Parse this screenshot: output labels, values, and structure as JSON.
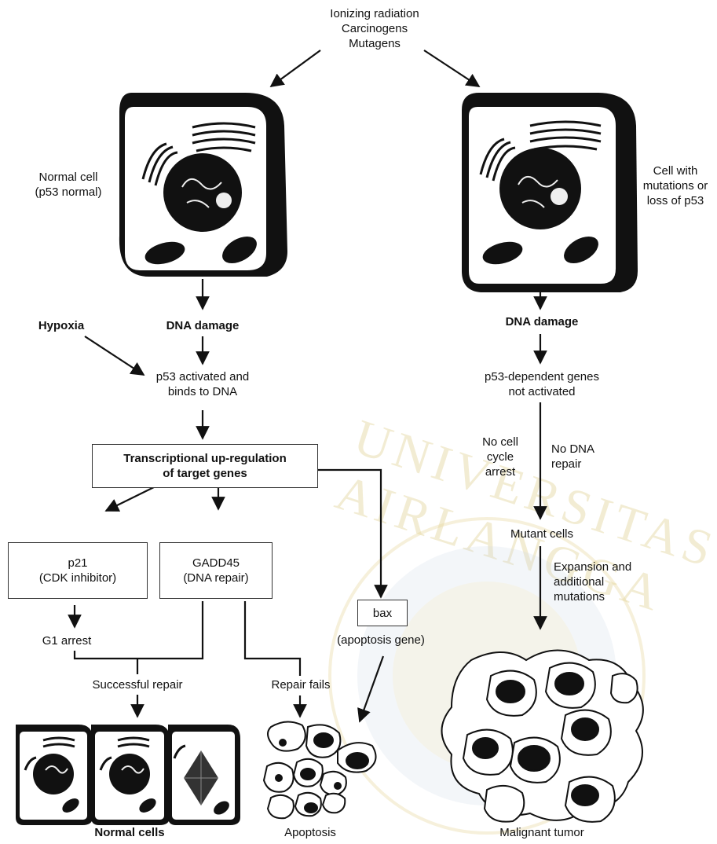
{
  "source_text": [
    "Ionizing radiation",
    "Carcinogens",
    "Mutagens"
  ],
  "left": {
    "cell_label": [
      "Normal cell",
      "(p53 normal)"
    ],
    "dna_damage": "DNA damage",
    "hypoxia": "Hypoxia",
    "p53_activated": [
      "p53 activated and",
      "binds to DNA"
    ],
    "transcription_box": [
      "Transcriptional up-regulation",
      "of target genes"
    ],
    "p21_box": [
      "p21",
      "(CDK inhibitor)"
    ],
    "gadd45_box": [
      "GADD45",
      "(DNA repair)"
    ],
    "bax_box": "bax",
    "apoptosis_gene": "(apoptosis gene)",
    "g1_arrest": "G1 arrest",
    "successful_repair": "Successful repair",
    "repair_fails": "Repair fails",
    "normal_cells": "Normal cells",
    "apoptosis": "Apoptosis"
  },
  "right": {
    "cell_label": [
      "Cell with",
      "mutations or",
      "loss of p53"
    ],
    "dna_damage": "DNA damage",
    "genes_not_activated": [
      "p53-dependent genes",
      "not activated"
    ],
    "no_cell_cycle_arrest": [
      "No cell",
      "cycle",
      "arrest"
    ],
    "no_dna_repair": [
      "No DNA",
      "repair"
    ],
    "mutant_cells": "Mutant cells",
    "expansion": [
      "Expansion and",
      "additional",
      "mutations"
    ],
    "malignant_tumor": "Malignant tumor"
  },
  "watermark": "UNIVERSITAS AIRLANGGA"
}
